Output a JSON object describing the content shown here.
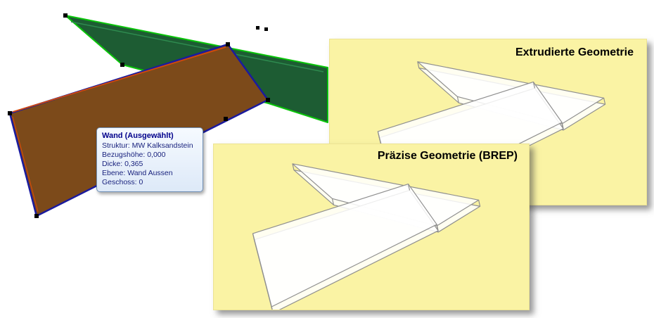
{
  "viewport": {
    "tooltip": {
      "title": "Wand (Ausgewählt)",
      "lines": [
        "Struktur: MW Kalksandstein",
        "Bezugshöhe: 0,000",
        "Dicke: 0,365",
        "Ebene: Wand Aussen",
        "Geschoss: 0"
      ]
    }
  },
  "panels": [
    {
      "id": "extruded",
      "title": "Extrudierte Geometrie"
    },
    {
      "id": "brep",
      "title": "Präzise Geometrie (BREP)"
    }
  ],
  "colors": {
    "wall_green_fill": "#1d5c33",
    "wall_green_edge": "#0ac40a",
    "wall_brown_fill": "#7c4a1a",
    "selection_edge": "#1b1b9e",
    "highlight_edge": "#d3490b",
    "panel_background": "#faf3a4",
    "wireframe_stroke": "#8f8f8f",
    "tooltip_background": "#e9f1fc",
    "tooltip_title_color": "#00008b",
    "handle_color": "#000000"
  }
}
